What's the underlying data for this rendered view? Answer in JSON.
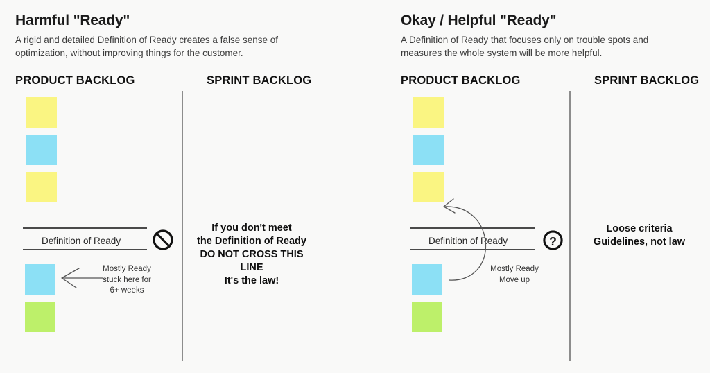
{
  "background_color": "#f9f9f8",
  "panels": [
    {
      "id": "harmful",
      "title": "Harmful \"Ready\"",
      "subtitle": "A rigid and detailed Definition of Ready creates a false sense of optimization, without improving things for the customer.",
      "product_backlog_label": "PRODUCT BACKLOG",
      "sprint_backlog_label": "SPRINT BACKLOG",
      "dor_label": "Definition of Ready",
      "icon": "prohibition-icon",
      "note_annotation": "Mostly Ready\nstuck here for\n6+ weeks",
      "arrow": "straight-left-arrow",
      "sprint_text": "If you don't meet\nthe Definition of Ready\nDO NOT CROSS THIS LINE\nIt's the law!",
      "notes": [
        {
          "color": "#faf582",
          "name": "sticky-note-yellow"
        },
        {
          "color": "#8ce0f5",
          "name": "sticky-note-cyan"
        },
        {
          "color": "#faf582",
          "name": "sticky-note-yellow"
        },
        {
          "color": "#8ce0f5",
          "name": "sticky-note-cyan"
        },
        {
          "color": "#bdf06a",
          "name": "sticky-note-green"
        }
      ]
    },
    {
      "id": "helpful",
      "title": "Okay / Helpful \"Ready\"",
      "subtitle": "A Definition of Ready that focuses only on trouble spots and measures the whole system will be more helpful.",
      "product_backlog_label": "PRODUCT BACKLOG",
      "sprint_backlog_label": "SPRINT BACKLOG",
      "dor_label": "Definition of Ready",
      "icon": "question-mark-icon",
      "note_annotation": "Mostly Ready\nMove up",
      "arrow": "curved-up-arrow",
      "sprint_text": "Loose criteria\nGuidelines, not law",
      "notes": [
        {
          "color": "#faf582",
          "name": "sticky-note-yellow"
        },
        {
          "color": "#8ce0f5",
          "name": "sticky-note-cyan"
        },
        {
          "color": "#faf582",
          "name": "sticky-note-yellow"
        },
        {
          "color": "#8ce0f5",
          "name": "sticky-note-cyan"
        },
        {
          "color": "#bdf06a",
          "name": "sticky-note-green"
        }
      ]
    }
  ],
  "colors": {
    "yellow": "#faf582",
    "cyan": "#8ce0f5",
    "green": "#bdf06a",
    "divider": "#8d8d8d",
    "line": "#4a4a4a",
    "text": "#1a1a1a"
  }
}
